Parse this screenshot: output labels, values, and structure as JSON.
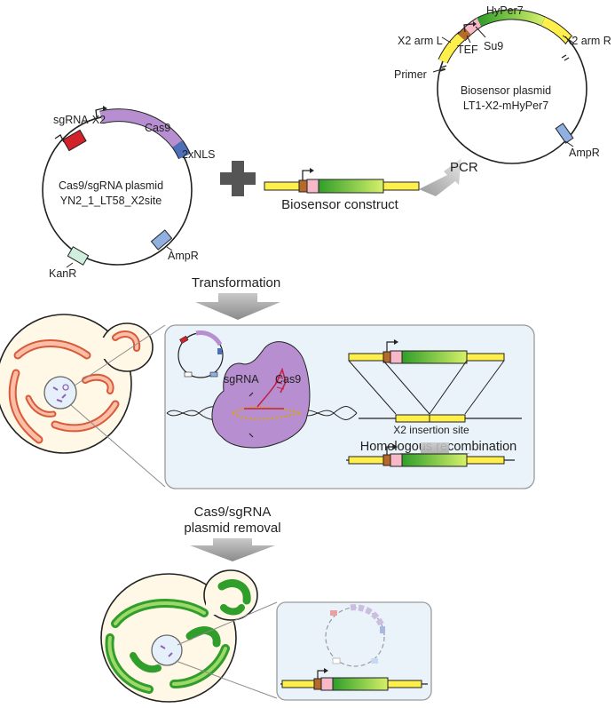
{
  "colors": {
    "yellow": "#ffef4a",
    "pink": "#f7b8c8",
    "brown": "#b56a2c",
    "green_dark": "#2f9e2a",
    "green_light": "#d6f06a",
    "purple": "#b78fd1",
    "purple_dark": "#8f64b5",
    "red": "#d2232a",
    "blue": "#4d6fb8",
    "ampr": "#8fb0e0",
    "kanr": "#cfeedd",
    "cell_fill": "#fff8e6",
    "orange": "#f0714f",
    "orange_light": "#fbbfa7",
    "panel": "#eaf3fa",
    "arrow_gray": "#bdbdbd"
  },
  "biosensor_plasmid": {
    "name_line1": "Biosensor plasmid",
    "name_line2": "LT1-X2-mHyPer7",
    "hyper7": "HyPer7",
    "x2_arm_l": "X2 arm L",
    "x2_arm_r": "X2 arm R",
    "primer": "Primer",
    "tef": "TEF",
    "su9": "Su9",
    "ampr": "AmpR"
  },
  "cas9_plasmid": {
    "name_line1": "Cas9/sgRNA plasmid",
    "name_line2": "YN2_1_LT58_X2site",
    "sgrna": "sgRNA-X2",
    "cas9": "Cas9",
    "nls": "2xNLS",
    "ampr": "AmpR",
    "kanr": "KanR"
  },
  "pcr": "PCR",
  "construct": "Biosensor construct",
  "steps": {
    "transformation": "Transformation",
    "removal_line1": "Cas9/sgRNA",
    "removal_line2": "plasmid removal"
  },
  "panel1": {
    "sgrna": "sgRNA",
    "cas9": "Cas9",
    "insertion_site": "X2 insertion site",
    "homologous_recombination": "Homologous recombination"
  }
}
